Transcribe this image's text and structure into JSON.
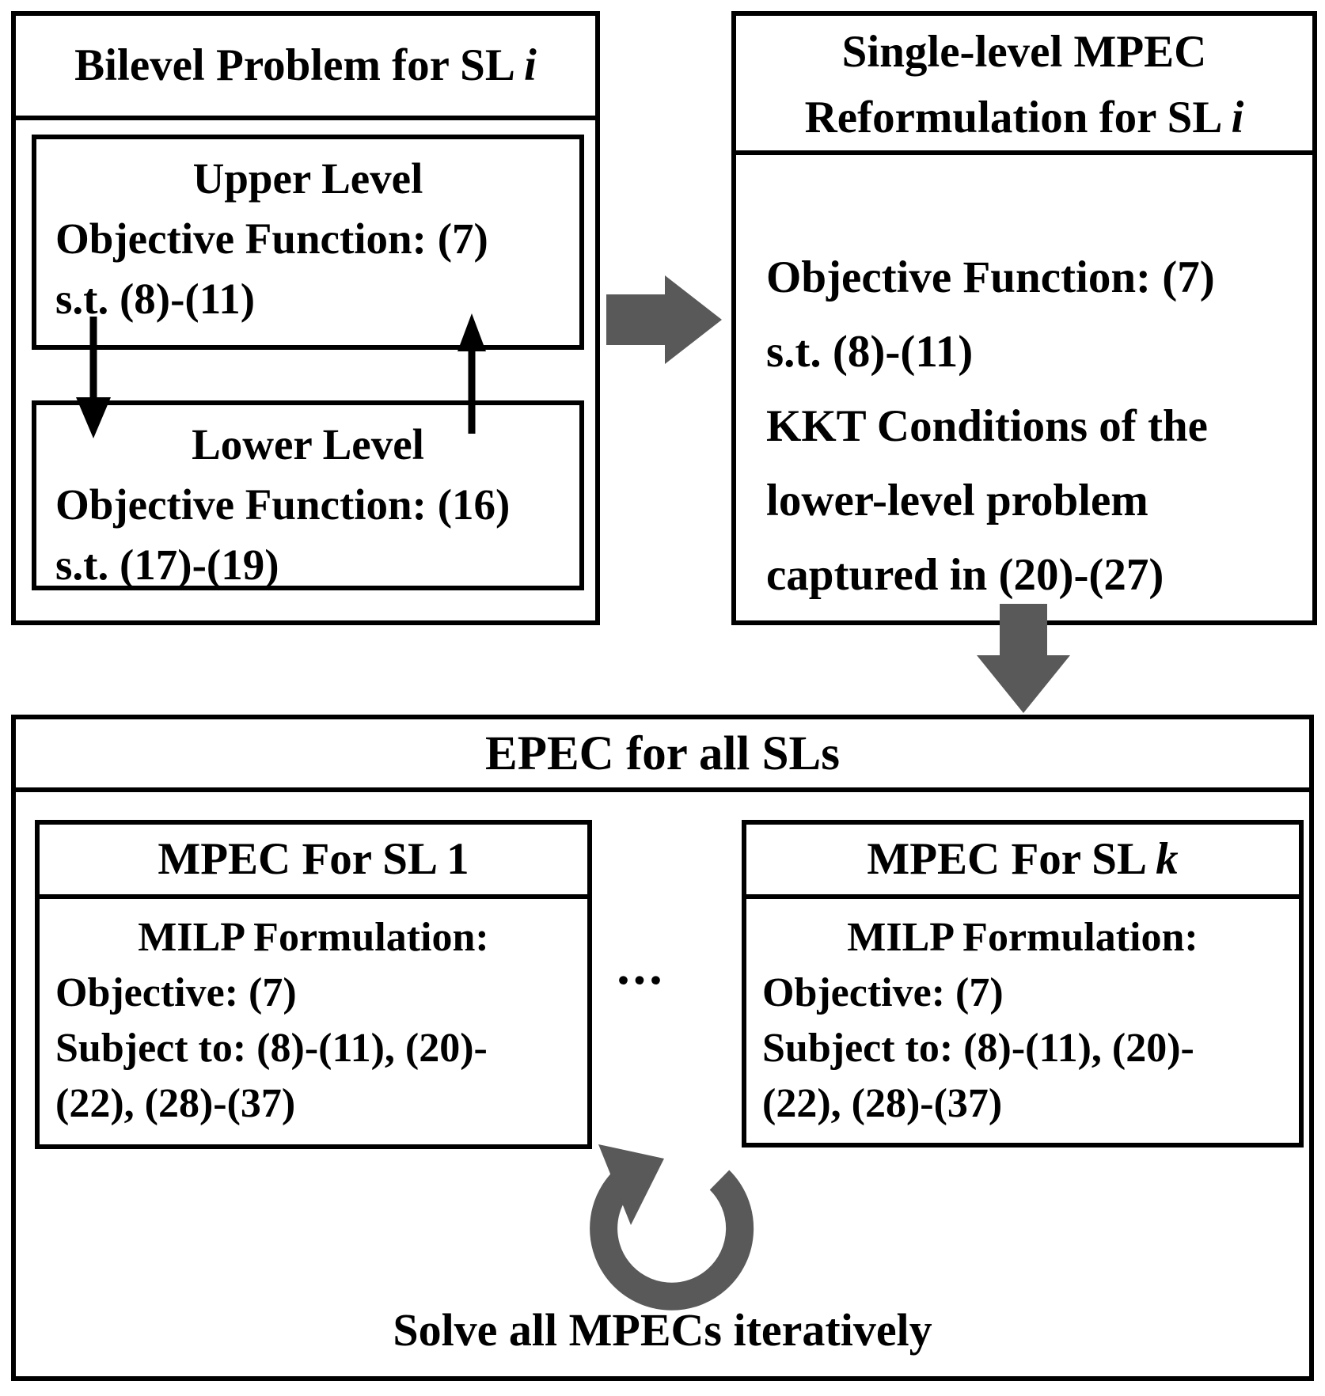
{
  "colors": {
    "background": "#ffffff",
    "line_black": "#000000",
    "arrow_gray": "#595959"
  },
  "icons": {
    "flow_right": "thick-right-arrow",
    "flow_down": "thick-down-arrow",
    "upper_to_lower": "thin-down-arrow",
    "lower_to_upper": "thin-up-arrow",
    "iterate_loop": "circular-rotation-arrow"
  },
  "bilevel": {
    "title_prefix": "Bilevel Problem for SL ",
    "title_var": "i",
    "upper": {
      "heading": "Upper Level",
      "lines": [
        "Objective Function: (7)",
        "s.t. (8)-(11)"
      ]
    },
    "lower": {
      "heading": "Lower Level",
      "lines": [
        "Objective Function: (16)",
        "s.t. (17)-(19)"
      ]
    }
  },
  "single_mpec": {
    "title_line1": "Single-level MPEC",
    "title_line2_prefix": "Reformulation for SL ",
    "title_var": "i",
    "body": [
      "Objective Function: (7)",
      "s.t. (8)-(11)",
      "KKT Conditions of the",
      "lower-level problem",
      "captured in (20)-(27)"
    ]
  },
  "epec": {
    "title": "EPEC for all SLs",
    "mpec_1": {
      "title_prefix": "MPEC For SL ",
      "title_var": "1",
      "body_heading": "MILP Formulation:",
      "body_lines": [
        "Objective: (7)",
        "Subject to: (8)-(11), (20)-",
        "(22), (28)-(37)"
      ]
    },
    "mpec_k": {
      "title_prefix": "MPEC For SL ",
      "title_var": "k",
      "body_heading": "MILP Formulation:",
      "body_lines": [
        "Objective: (7)",
        "Subject to: (8)-(11), (20)-",
        "(22), (28)-(37)"
      ]
    },
    "ellipsis": "...",
    "footer": "Solve all MPECs iteratively"
  }
}
